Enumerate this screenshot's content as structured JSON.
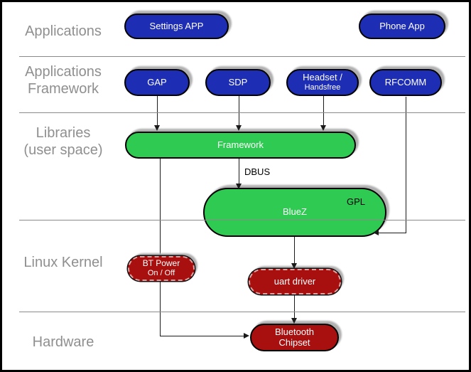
{
  "colors": {
    "app_node_blue": "#1e2eb4",
    "userspace_node_green": "#2fca52",
    "kernel_node_red": "#a81010",
    "layer_label_gray": "#8f8f8f",
    "connector_black": "#1a1a1a",
    "divider_gray": "#8a8a8a",
    "shadow_gray": "#b0b0b0",
    "node_text_white": "#ffffff"
  },
  "layers": [
    {
      "label": "Applications"
    },
    {
      "line1": "Applications",
      "line2": "Framework"
    },
    {
      "line1": "Libraries",
      "line2": "(user space)"
    },
    {
      "label": "Linux Kernel"
    },
    {
      "label": "Hardware"
    }
  ],
  "nodes": {
    "settings_app": {
      "label": "Settings APP"
    },
    "phone_app": {
      "label": "Phone App"
    },
    "gap": {
      "label": "GAP"
    },
    "sdp": {
      "label": "SDP"
    },
    "headset": {
      "line1": "Headset /",
      "line2": "Handsfree"
    },
    "rfcomm": {
      "label": "RFCOMM"
    },
    "framework": {
      "label": "Framework"
    },
    "bluez": {
      "label": "BlueZ",
      "tag": "GPL"
    },
    "bt_power": {
      "line1": "BT Power",
      "line2": "On / Off"
    },
    "uart_driver": {
      "label": "uart driver"
    },
    "bluetooth_chipset": {
      "line1": "Bluetooth",
      "line2": "Chipset"
    }
  },
  "edge_labels": {
    "dbus": "DBUS"
  },
  "edges": [
    {
      "from": "GAP",
      "to": "Framework"
    },
    {
      "from": "SDP",
      "to": "Framework"
    },
    {
      "from": "Headset / Handsfree",
      "to": "Framework"
    },
    {
      "from": "RFCOMM",
      "to": "BlueZ"
    },
    {
      "from": "Framework",
      "to": "BlueZ",
      "label": "DBUS"
    },
    {
      "from": "Framework",
      "to": "Bluetooth Chipset"
    },
    {
      "from": "BlueZ",
      "to": "uart driver"
    },
    {
      "from": "uart driver",
      "to": "Bluetooth Chipset"
    }
  ]
}
